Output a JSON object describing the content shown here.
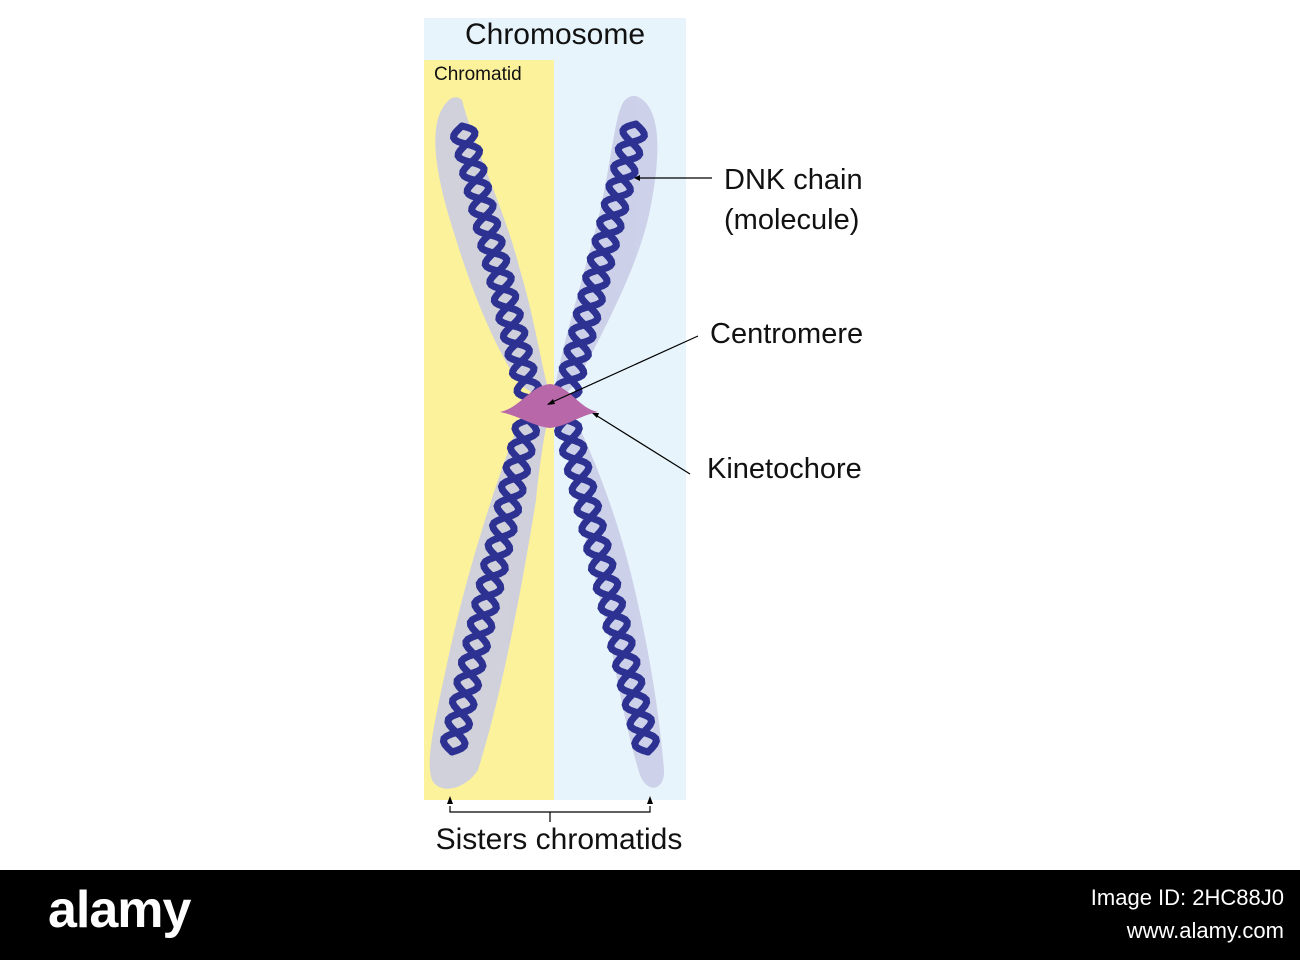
{
  "title": "Chromosome",
  "chromatid_label": "Chromatid",
  "labels": {
    "dnk_line1": "DNK chain",
    "dnk_line2": "(molecule)",
    "centromere": "Centromere",
    "kinetochore": "Kinetochore",
    "sisters": "Sisters chromatids"
  },
  "footer": {
    "brand": "alamy",
    "image_ref": "Image ID: 2HC88J0",
    "site": "www.alamy.com"
  },
  "colors": {
    "chromosome_bg": "#e7f4fb",
    "chromatid_bg": "#fcf29c",
    "chromatid_halo": "#c8cbe6",
    "dna_strand": "#2d3292",
    "centromere": "#b867a8"
  }
}
